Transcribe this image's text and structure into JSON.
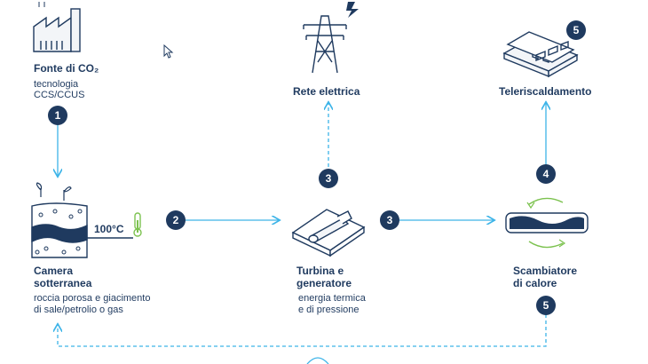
{
  "colors": {
    "navy": "#1f3a5f",
    "arrow_blue": "#3db4e8",
    "green": "#7cc24f"
  },
  "nodes": {
    "co2_source": {
      "title": "Fonte di CO₂",
      "subtitle_lines": [
        "tecnologia",
        "CCS/CCUS"
      ],
      "icon": "factory-icon"
    },
    "grid": {
      "title": "Rete elettrica",
      "icon": "power-pylon-icon"
    },
    "district_heating": {
      "title": "Teleriscaldamento",
      "icon": "building-block-icon"
    },
    "underground": {
      "title_lines": [
        "Camera",
        "sotterranea"
      ],
      "subtitle_lines": [
        "roccia porosa e giacimento",
        "di sale/petrolio o gas"
      ],
      "temperature": "100°C",
      "icon": "rock-layers-icon"
    },
    "turbine": {
      "title_lines": [
        "Turbina e",
        "generatore"
      ],
      "subtitle_lines": [
        "energia termica",
        "e di pressione"
      ],
      "icon": "turbine-icon"
    },
    "heat_exchanger": {
      "title_lines": [
        "Scambiatore",
        "di calore"
      ],
      "icon": "heat-exchanger-icon"
    }
  },
  "steps": {
    "s1": "1",
    "s2": "2",
    "s3_up": "3",
    "s3_right": "3",
    "s4": "4",
    "s5_top": "5",
    "s5_bottom": "5"
  }
}
